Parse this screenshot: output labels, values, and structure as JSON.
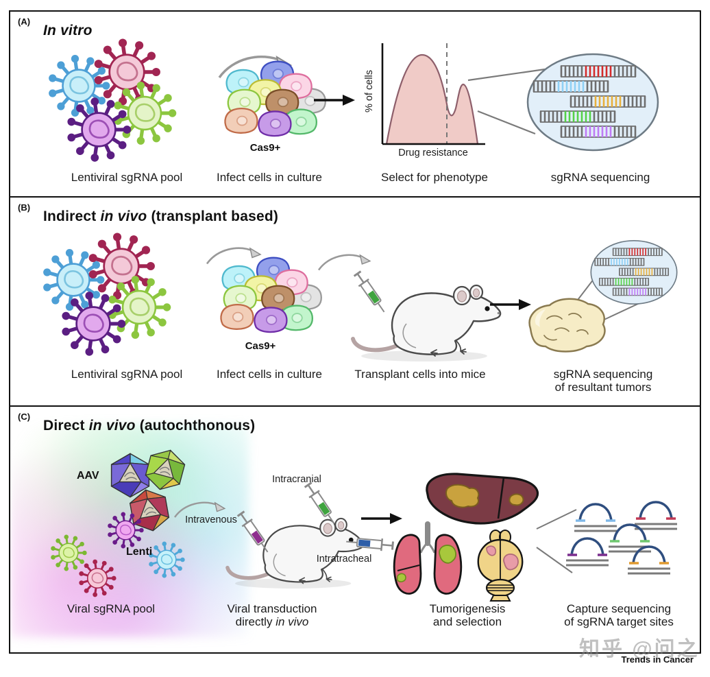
{
  "watermark": "知乎 @问之",
  "journal": "Trends in Cancer",
  "chart_data": {
    "type": "area",
    "title": "Select for phenotype",
    "xlabel": "Drug resistance",
    "ylabel": "% of cells",
    "x_norm": [
      0,
      0.08,
      0.18,
      0.28,
      0.35,
      0.45,
      0.55,
      0.63,
      0.7,
      0.78,
      0.84,
      0.92
    ],
    "y_norm": [
      0,
      0.25,
      0.68,
      0.95,
      1.0,
      0.78,
      0.45,
      0.36,
      0.52,
      0.62,
      0.4,
      0
    ],
    "annotations": [
      {
        "type": "vline",
        "style": "dashed",
        "x_norm": 0.63,
        "meaning": "selection threshold between sensitive and resistant populations"
      }
    ],
    "grid": false,
    "legend": []
  },
  "colors": {
    "panel_border": "#111111",
    "curve_fill": "#F0CBC7",
    "curve_stroke": "#8E5F6B",
    "dna_circle_fill": "#E2EFF9",
    "sgRNA_barcodes": [
      "#D42B2B",
      "#8FD0F5",
      "#E8B03C",
      "#55D148",
      "#BF7BF5"
    ],
    "capture_tips": [
      "#7FB8E8",
      "#C23A55",
      "#6FC86F",
      "#7B2E8E",
      "#E09A30"
    ],
    "tumor_fill": "#F6ECC6",
    "liver_fill": "#7B3B45",
    "lung_fill": "#E06A7E",
    "brain_fill": "#F0D488"
  },
  "panels": {
    "a": {
      "label": "(A)",
      "title": "In vitro",
      "cas9_label": "Cas9+",
      "plot": {
        "ylabel": "% of cells",
        "xlabel": "Drug resistance"
      },
      "captions": [
        "Lentiviral sgRNA pool",
        "Infect cells in culture",
        "Select for phenotype",
        "sgRNA sequencing"
      ]
    },
    "b": {
      "label": "(B)",
      "title_pre": "Indirect ",
      "title_italic": "in vivo",
      "title_post": " (transplant based)",
      "cas9_label": "Cas9+",
      "captions": [
        "Lentiviral sgRNA pool",
        "Infect cells in culture",
        "Transplant cells into mice"
      ],
      "caption4_line1": "sgRNA sequencing",
      "caption4_line2": "of resultant tumors"
    },
    "c": {
      "label": "(C)",
      "title_pre": "Direct ",
      "title_italic": "in vivo",
      "title_post": " (autochthonous)",
      "aav_label": "AAV",
      "lenti_label": "Lenti",
      "injection_intravenous": "Intravenous",
      "injection_intracranial": "Intracranial",
      "injection_intratracheal": "Intratracheal",
      "caption1": "Viral sgRNA pool",
      "caption2_line1": "Viral transduction",
      "caption2_line2_pre": "directly ",
      "caption2_line2_italic": "in vivo",
      "caption3_line1": "Tumorigenesis",
      "caption3_line2": "and selection",
      "caption4_line1": "Capture sequencing",
      "caption4_line2": "of sgRNA target sites"
    }
  }
}
